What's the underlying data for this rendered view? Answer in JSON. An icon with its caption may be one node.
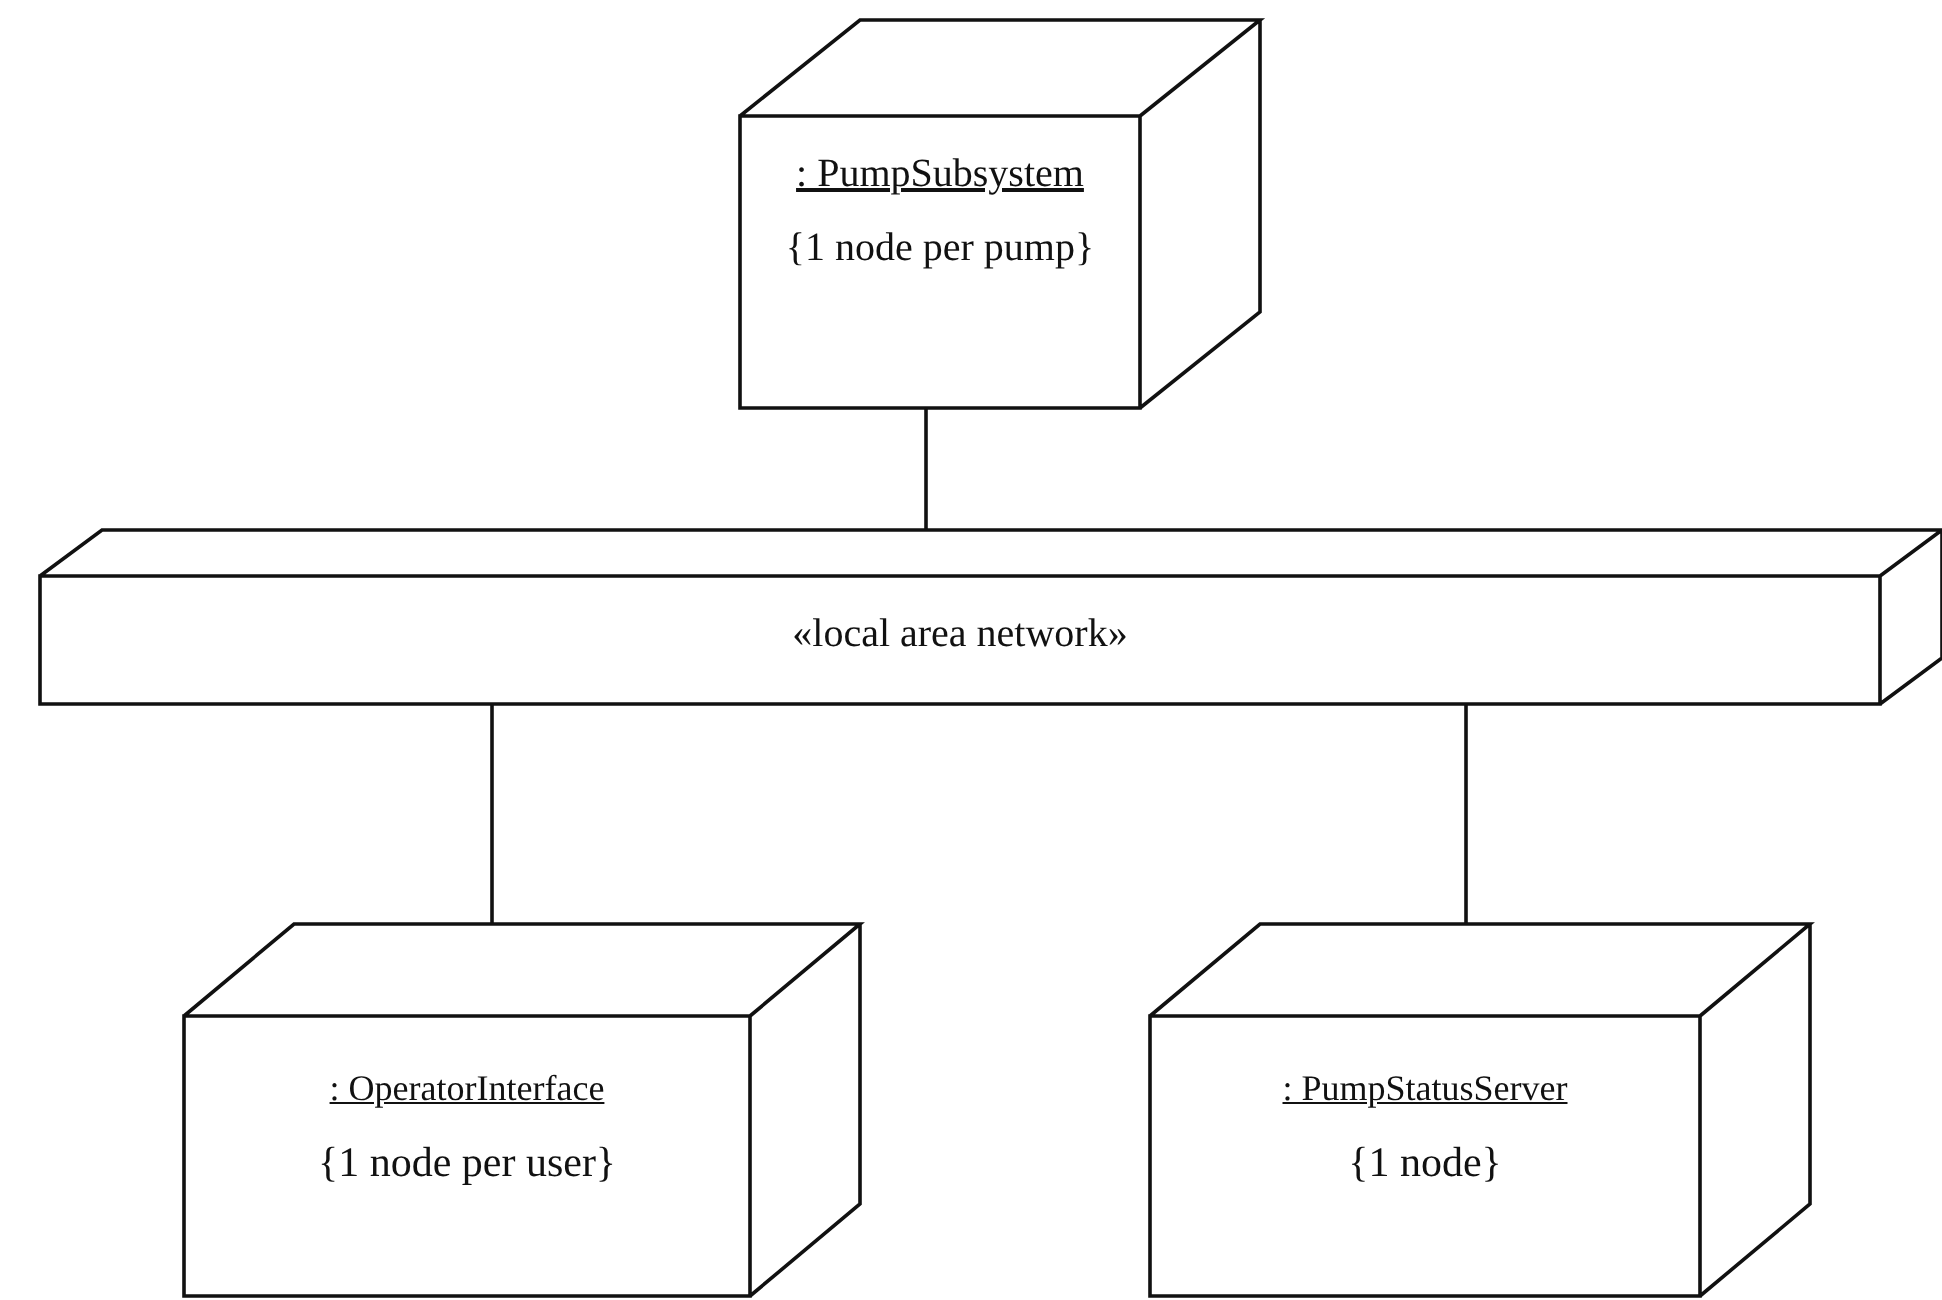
{
  "diagram": {
    "nodes": [
      {
        "text": [
          ": PumpSubsystem",
          "{1 node per pump}"
        ]
      },
      {
        "text": [
          "«local area network»"
        ]
      },
      {
        "text": [
          ": OperatorInterface",
          "{1 node per user}"
        ]
      },
      {
        "text": [
          ": PumpStatusServer",
          "{1 node}"
        ]
      }
    ],
    "edges": [
      {
        "from": 0,
        "to": 1,
        "arrow": "none"
      },
      {
        "from": 1,
        "to": 2,
        "arrow": "none"
      },
      {
        "from": 1,
        "to": 3,
        "arrow": "none"
      }
    ]
  }
}
